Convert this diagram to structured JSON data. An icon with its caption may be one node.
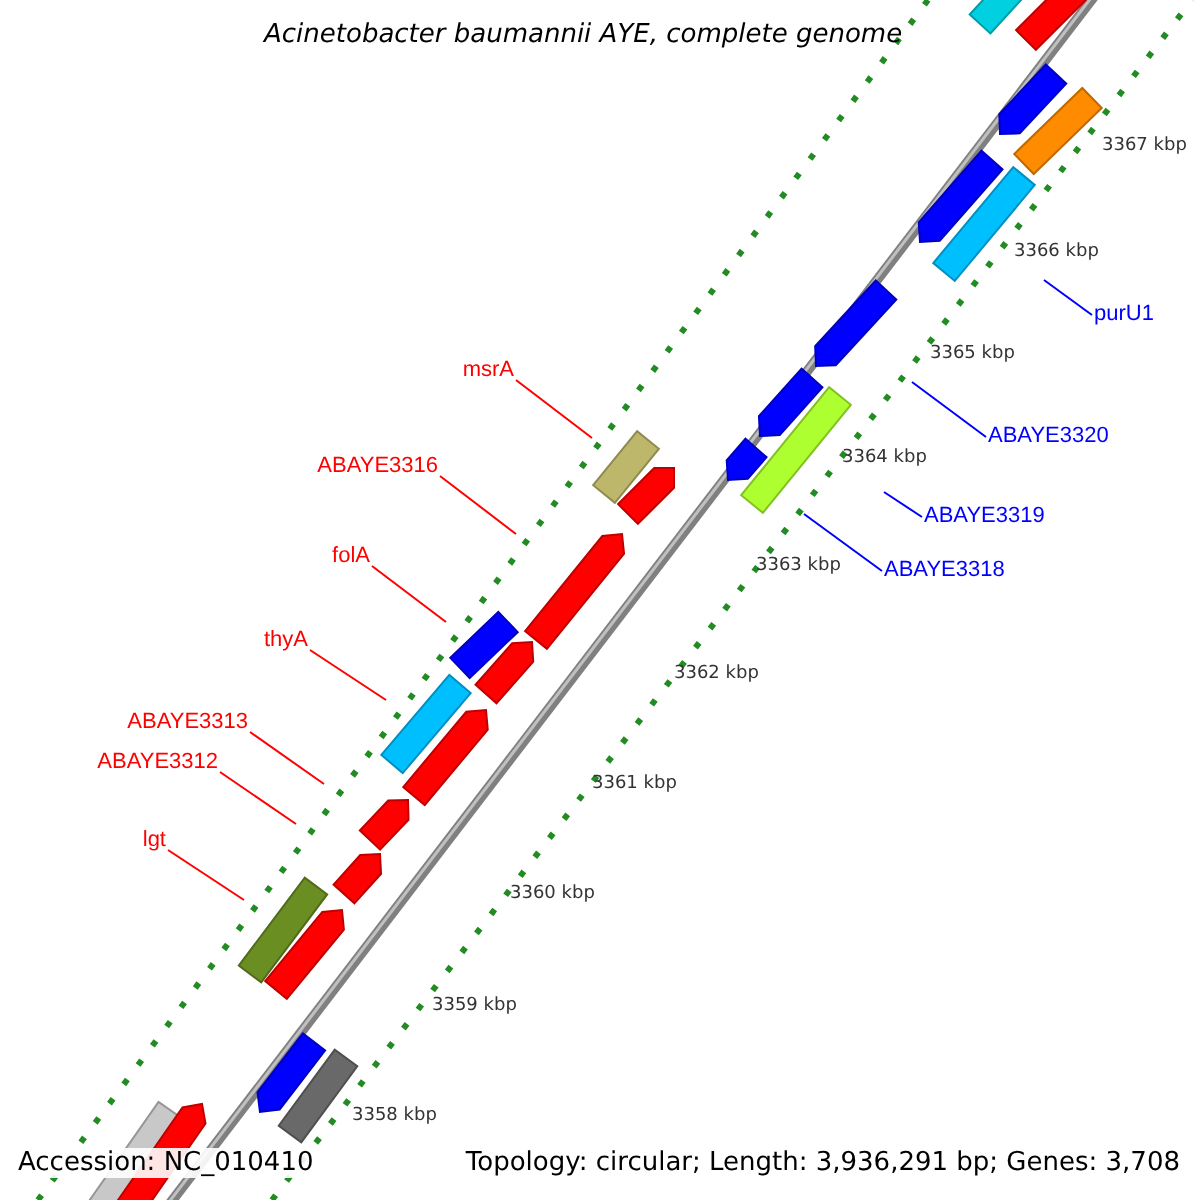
{
  "diagram": {
    "title": "Acinetobacter baumannii AYE, complete genome",
    "nodes": [
      {
        "text": [
          "msrA"
        ]
      },
      {
        "text": [
          "ABAYE3316"
        ]
      },
      {
        "text": [
          "folA"
        ]
      },
      {
        "text": [
          "thyA"
        ]
      },
      {
        "text": [
          "ABAYE3313"
        ]
      },
      {
        "text": [
          "ABAYE3312"
        ]
      },
      {
        "text": [
          "lgt"
        ]
      },
      {
        "text": [
          "purU1"
        ]
      },
      {
        "text": [
          "ABAYE3320"
        ]
      },
      {
        "text": [
          "ABAYE3319"
        ]
      },
      {
        "text": [
          "ABAYE3318"
        ]
      }
    ],
    "edges": [
      {
        "from": 0,
        "to": null,
        "arrow": "none"
      },
      {
        "from": 1,
        "to": null,
        "arrow": "none"
      },
      {
        "from": 2,
        "to": null,
        "arrow": "none"
      },
      {
        "from": 3,
        "to": null,
        "arrow": "none"
      },
      {
        "from": 4,
        "to": null,
        "arrow": "none"
      },
      {
        "from": 5,
        "to": null,
        "arrow": "none"
      },
      {
        "from": 6,
        "to": null,
        "arrow": "none"
      },
      {
        "from": 7,
        "to": null,
        "arrow": "none",
        "color": "#0000ff"
      },
      {
        "from": 8,
        "to": null,
        "arrow": "none",
        "color": "#0000ff"
      },
      {
        "from": 9,
        "to": null,
        "arrow": "none",
        "color": "#0000ff"
      },
      {
        "from": 10,
        "to": null,
        "arrow": "none",
        "color": "#0000ff"
      }
    ],
    "labels": [
      "3367 kbp",
      "3366 kbp",
      "3365 kbp",
      "3364 kbp",
      "3363 kbp",
      "3362 kbp",
      "3361 kbp",
      "3360 kbp",
      "3359 kbp",
      "3358 kbp",
      "Accession: NC_010410",
      "Topology: circular; Length: 3,936,291 bp; Genes: 3,708"
    ]
  }
}
